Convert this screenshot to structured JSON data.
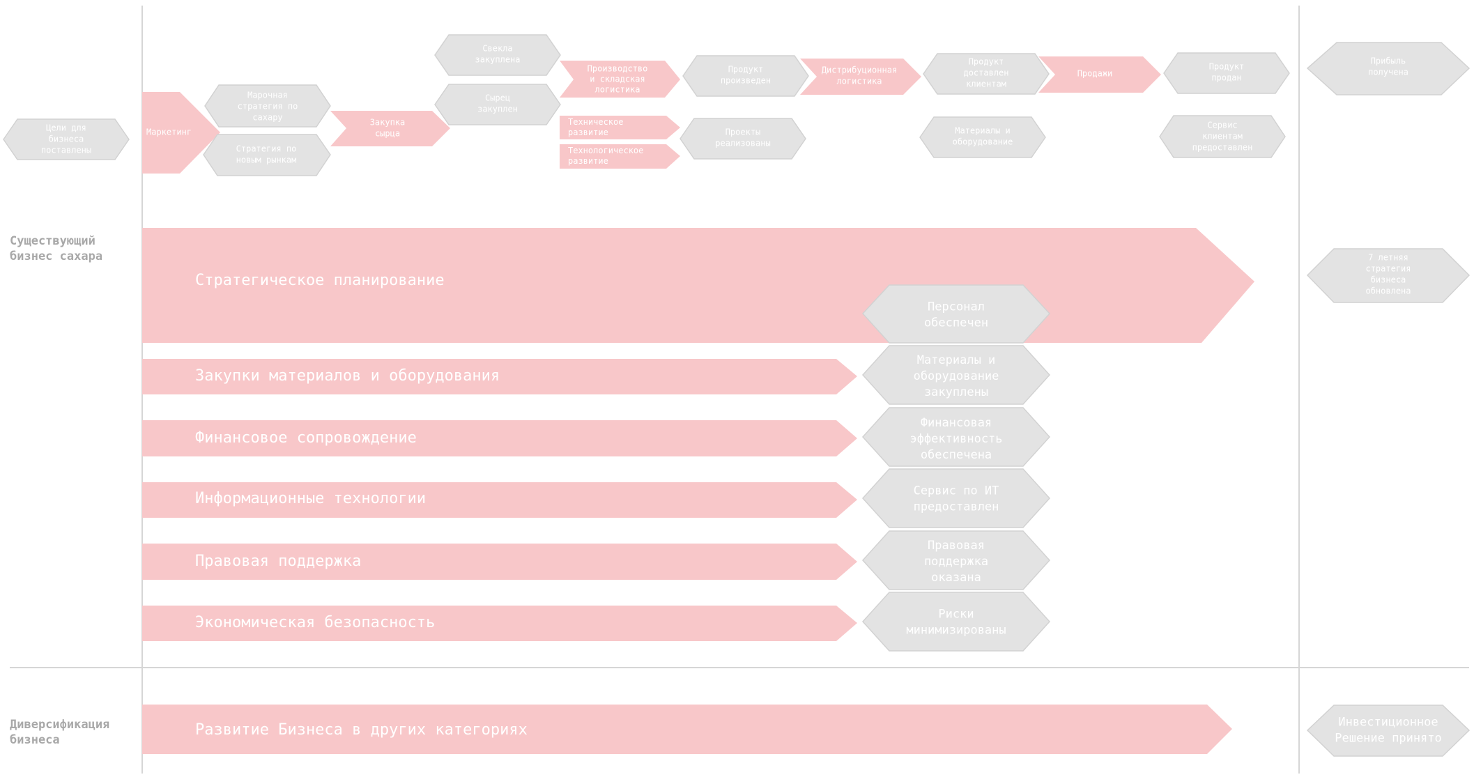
{
  "colors": {
    "pink": "#f8c7c9",
    "hex": "#e3e3e3",
    "hex_stroke": "#d2d2d2",
    "line": "#d6d6d6",
    "label": "#a8a8a8"
  },
  "sections": {
    "existing": [
      "Существующий",
      "бизнес сахара"
    ],
    "diversification": [
      "Диверсификация",
      "бизнеса"
    ]
  },
  "flow_top": {
    "goals": [
      "Цели для",
      "бизнеса",
      "поставлены"
    ],
    "marketing": [
      "Маркетинг"
    ],
    "brand_strategy": [
      "Марочная",
      "стратегия по",
      "сахару"
    ],
    "new_markets": [
      "Стратегия по",
      "новым рынкам"
    ],
    "raw_purchase": [
      "Закупка",
      "сырца"
    ],
    "beet_bought": [
      "Свекла",
      "закуплена"
    ],
    "raw_bought": [
      "Сырец",
      "закуплен"
    ],
    "production": [
      "Производство",
      "и складская",
      "логистика"
    ],
    "tech_dev": [
      "Техническое",
      "развитие"
    ],
    "technology_dev": [
      "Технологическое",
      "развитие"
    ],
    "product_made": [
      "Продукт",
      "произведен"
    ],
    "projects_done": [
      "Проекты",
      "реализованы"
    ],
    "distribution": [
      "Дистрибуционная",
      "логистика"
    ],
    "delivered": [
      "Продукт",
      "доставлен",
      "клиентам"
    ],
    "materials_eq": [
      "Материалы и",
      "оборудование"
    ],
    "sales": [
      "Продажи"
    ],
    "sold": [
      "Продукт",
      "продан"
    ],
    "service": [
      "Сервис",
      "клиентам",
      "предоставлен"
    ],
    "profit": [
      "Прибыль",
      "получена"
    ]
  },
  "support": {
    "strategic": "Стратегическое планирование",
    "procurement": "Закупки материалов и оборудования",
    "finance": "Финансовое сопровождение",
    "it": "Информационные технологии",
    "legal": "Правовая поддержка",
    "security": "Экономическая безопасность",
    "development": "Развитие Бизнеса в других категориях"
  },
  "outcomes": {
    "personnel": [
      "Персонал",
      "обеспечен"
    ],
    "materials": [
      "Материалы и",
      "оборудование",
      "закуплены"
    ],
    "finance": [
      "Финансовая",
      "эффективность",
      "обеспечена"
    ],
    "it_service": [
      "Сервис по ИТ",
      "предоставлен"
    ],
    "legal": [
      "Правовая",
      "поддержка",
      "оказана"
    ],
    "risks": [
      "Риски",
      "минимизированы"
    ],
    "strategy_updated": [
      "7 летняя",
      "стратегия",
      "бизнеса",
      "обновлена"
    ],
    "investment": [
      "Инвестиционное",
      "Решение принято"
    ]
  }
}
